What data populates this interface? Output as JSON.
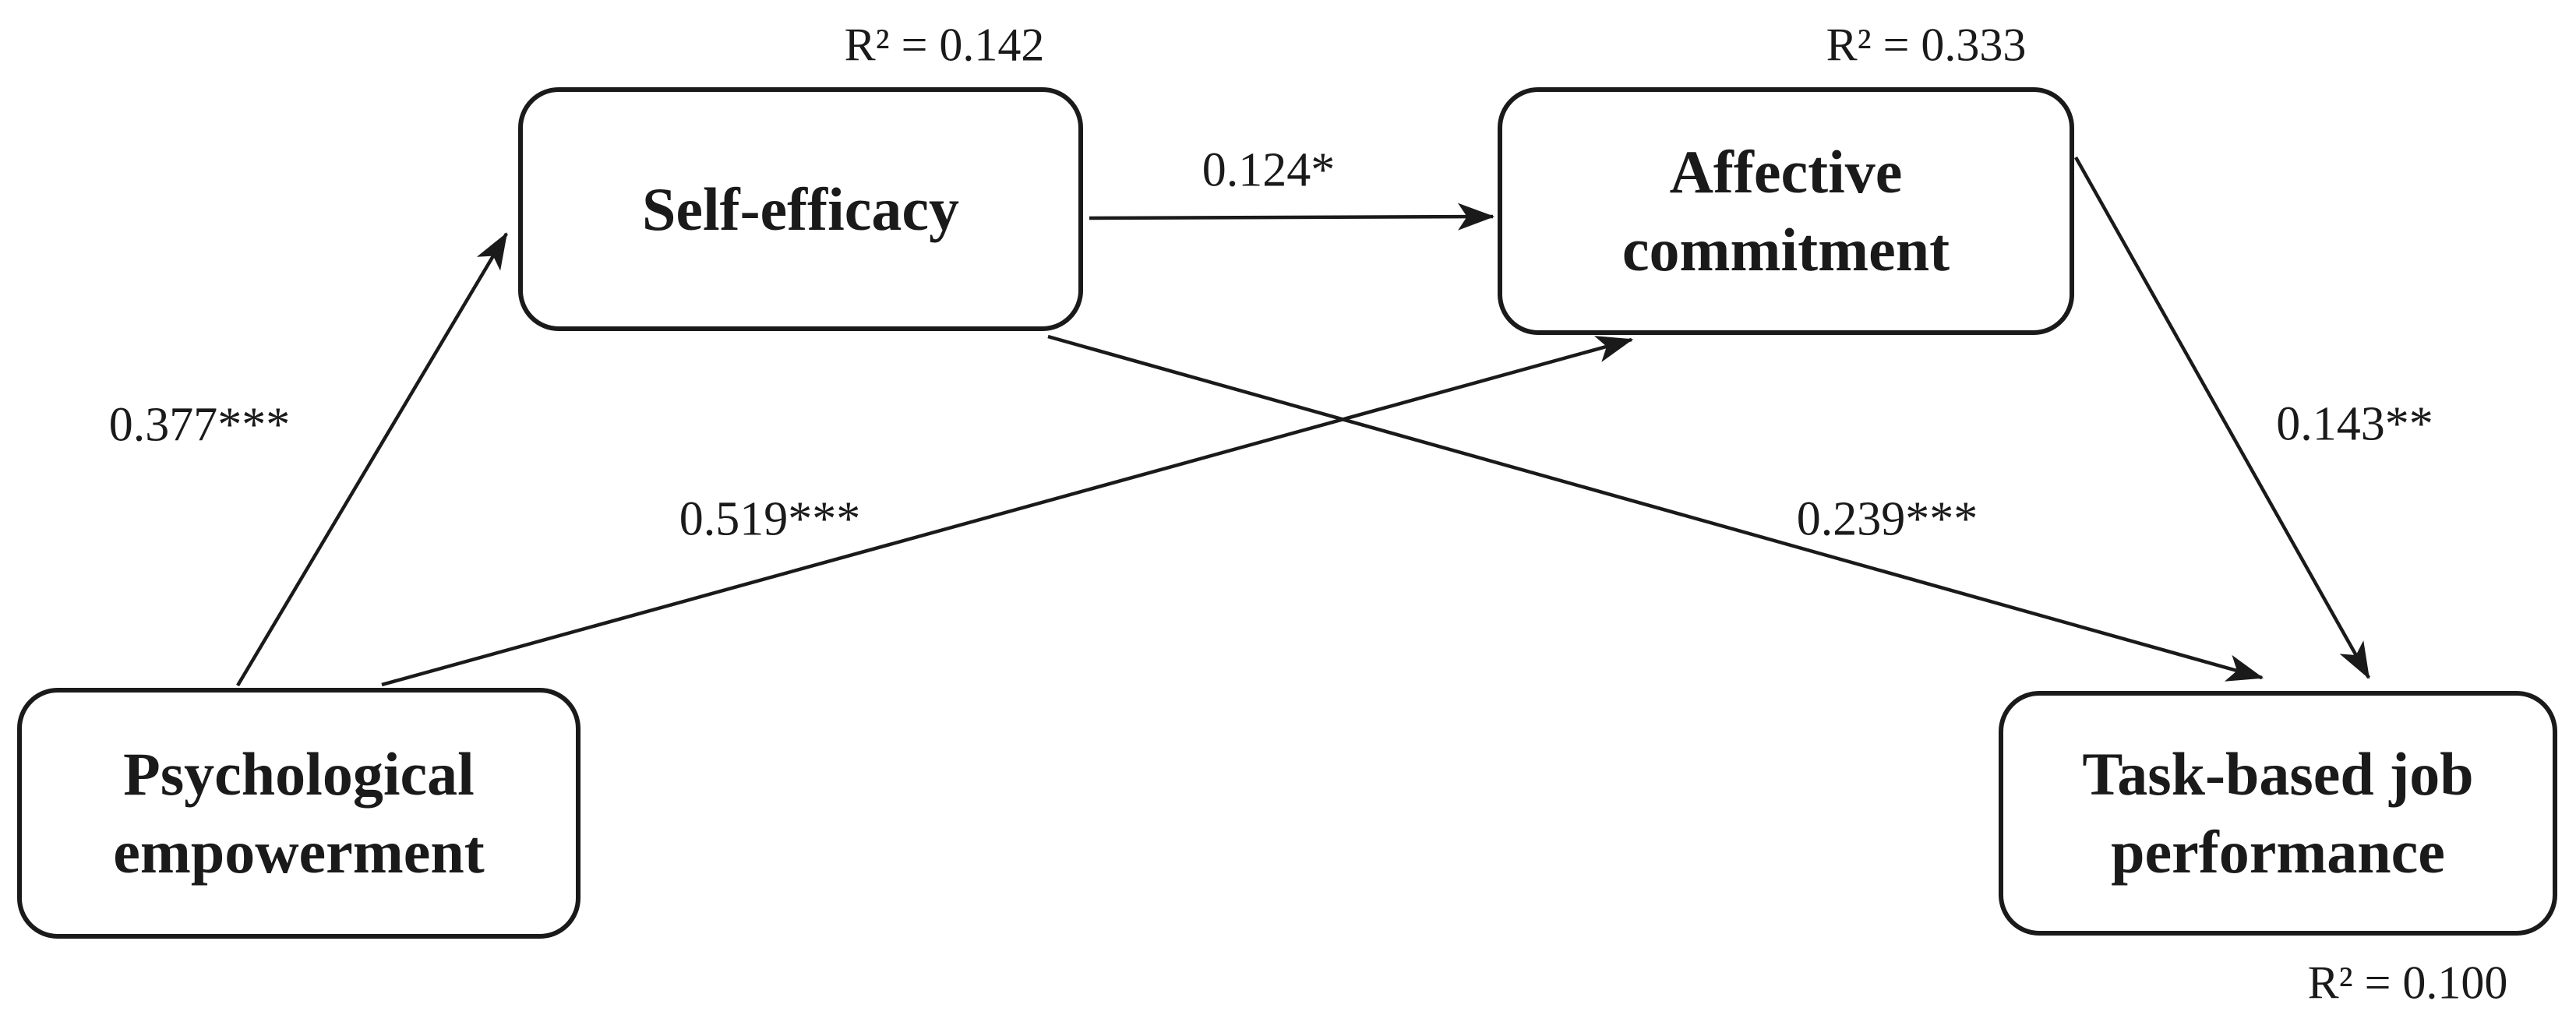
{
  "figure": {
    "description": "Structural path model diagram",
    "background_color": "#ffffff",
    "line_color": "#1a1a1a",
    "nodes": {
      "psychological_empowerment": {
        "lines": [
          "Psychological",
          "empowerment"
        ]
      },
      "self_efficacy": {
        "lines": [
          "Self-efficacy"
        ],
        "r_squared": "R² = 0.142"
      },
      "affective_commitment": {
        "lines": [
          "Affective",
          "commitment"
        ],
        "r_squared": "R² = 0.333"
      },
      "task_based_job_performance": {
        "lines": [
          "Task-based job",
          "performance"
        ],
        "r_squared": "R² = 0.100"
      }
    },
    "paths": [
      {
        "from": "psychological_empowerment",
        "to": "self_efficacy",
        "coefficient": "0.377***"
      },
      {
        "from": "self_efficacy",
        "to": "affective_commitment",
        "coefficient": "0.124*"
      },
      {
        "from": "psychological_empowerment",
        "to": "affective_commitment",
        "coefficient": "0.519***"
      },
      {
        "from": "self_efficacy",
        "to": "task_based_job_performance",
        "coefficient": "0.239***"
      },
      {
        "from": "affective_commitment",
        "to": "task_based_job_performance",
        "coefficient": "0.143**"
      }
    ]
  }
}
